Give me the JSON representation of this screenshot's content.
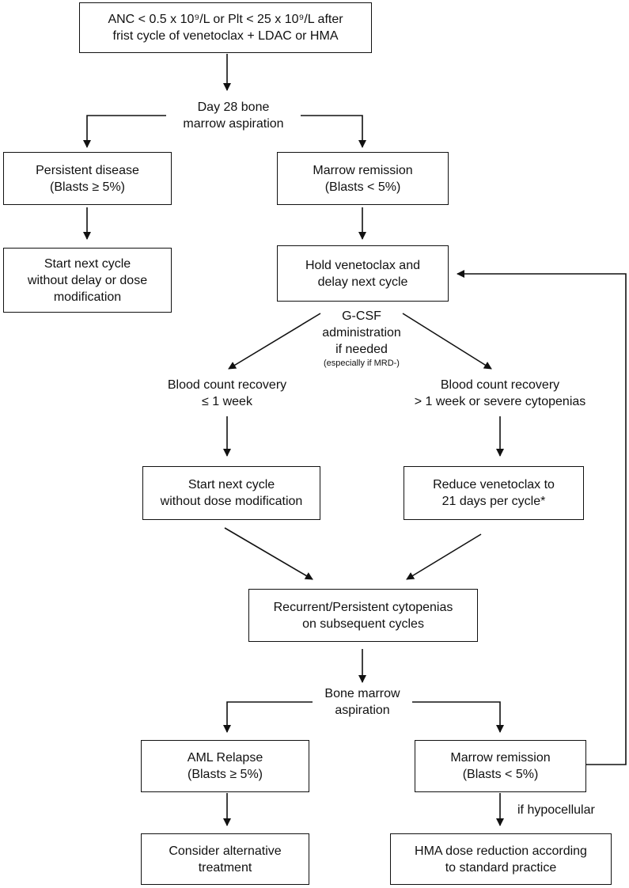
{
  "nodes": {
    "start": [
      "ANC < 0.5 x 10⁹/L or Plt < 25 x 10⁹/L after",
      "frist cycle of venetoclax + LDAC or HMA"
    ],
    "day28": [
      "Day 28 bone",
      "marrow aspiration"
    ],
    "persistent": [
      "Persistent disease",
      "(Blasts ≥ 5%)"
    ],
    "remission1": [
      "Marrow remission",
      "(Blasts < 5%)"
    ],
    "start_next_1": [
      "Start next cycle",
      "without delay or dose",
      "modification"
    ],
    "hold": [
      "Hold venetoclax and",
      "delay next cycle"
    ],
    "gcsf": [
      "G-CSF",
      "administration",
      "if needed"
    ],
    "gcsf_note": "(especially if MRD-)",
    "recovery_short": [
      "Blood count recovery",
      "≤ 1 week"
    ],
    "recovery_long": [
      "Blood count recovery",
      "> 1 week or severe cytopenias"
    ],
    "start_next_2": [
      "Start next cycle",
      "without dose modification"
    ],
    "reduce": [
      "Reduce venetoclax to",
      "21 days per cycle*"
    ],
    "recurrent": [
      "Recurrent/Persistent cytopenias",
      "on subsequent cycles"
    ],
    "bm_aspiration": [
      "Bone marrow",
      "aspiration"
    ],
    "relapse": [
      "AML Relapse",
      "(Blasts ≥ 5%)"
    ],
    "remission2": [
      "Marrow remission",
      "(Blasts < 5%)"
    ],
    "alternative": [
      "Consider alternative",
      "treatment"
    ],
    "hma_reduction": [
      "HMA dose reduction according",
      "to standard practice"
    ],
    "if_hypocellular": "if hypocellular"
  },
  "colors": {
    "line": "#111111",
    "background": "#ffffff"
  }
}
